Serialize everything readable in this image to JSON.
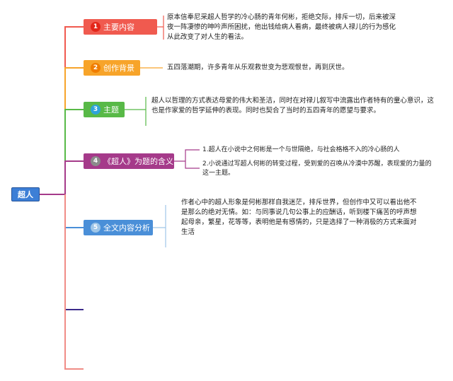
{
  "root": {
    "label": "超人",
    "color": "#3d7fd6"
  },
  "branches": [
    {
      "label": "主要内容",
      "badge": "1",
      "color": "#f05a4f",
      "badge_color": "#e3261a",
      "note": "原本信奉尼采超人哲学的冷心肠的青年何彬，拒绝交际，排斥一切，后来被深夜一阵凄惨的呻吟声所困扰，他出钱给病人看病，最终被病人禄儿的行为感化从此改变了对人生的看法。"
    },
    {
      "label": "创作背景",
      "badge": "2",
      "color": "#f7a42a",
      "badge_color": "#f07d00",
      "note": "五四落潮期，许多青年从乐观救世变为悲观恨世，再到厌世。"
    },
    {
      "label": "主题",
      "badge": "3",
      "color": "#58b947",
      "badge_color": "#2fa3d9",
      "note": "超人以哲理的方式表达母爱的伟大和圣洁，同时在对禄儿叙写中流露出作者特有的童心意识，这也是作家爱的哲学延伸的表现。同时也契合了当时的五四青年的愿望与要求。"
    },
    {
      "label": "《超人》为题的含义",
      "badge": "4",
      "color": "#a53a8a",
      "badge_color": "#8b8b8b",
      "points": [
        "1.超人在小说中之何彬是一个与世隔绝，与社会格格不入的冷心肠的人",
        "2.小说通过写超人何彬的转变过程，受到爱的召唤从冷漠中苏醒，表现爱的力量的这一主题。"
      ]
    },
    {
      "label": "全文内容分析",
      "badge": "5",
      "color": "#4a8fd8",
      "badge_color": "#9fc6e8",
      "note": "作者心中的超人形象是何彬那样自我迷茫，排斥世界，但创作中又可以看出他不是那么的绝对无情。如：与同事说几句公事上的应酬话，听到楼下痛苦的呼声想起母亲，繁星，花等等，表明他是有感情的，只是选择了一种消极的方式来面对生活"
    }
  ],
  "empty_branch_colors": [
    "#3b2a8a",
    "#f08c86"
  ]
}
